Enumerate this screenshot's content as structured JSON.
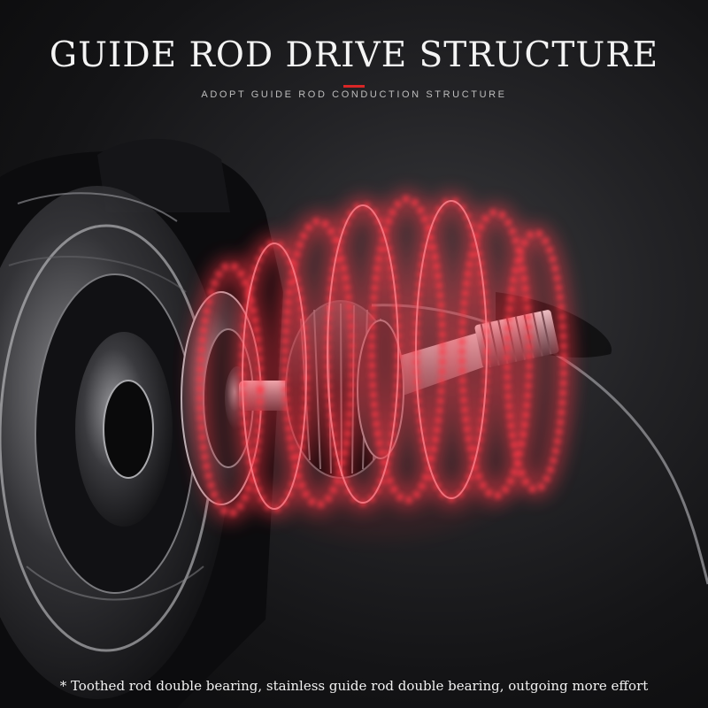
{
  "header": {
    "title": "GUIDE ROD DRIVE STRUCTURE",
    "subtitle": "ADOPT GUIDE ROD CONDUCTION STRUCTURE"
  },
  "footer": {
    "caption": "* Toothed rod double bearing, stainless guide rod double bearing, outgoing more effort"
  },
  "colors": {
    "accent": "#d82626",
    "glow": "#ff3a4a",
    "background": "#1a1a1c"
  }
}
